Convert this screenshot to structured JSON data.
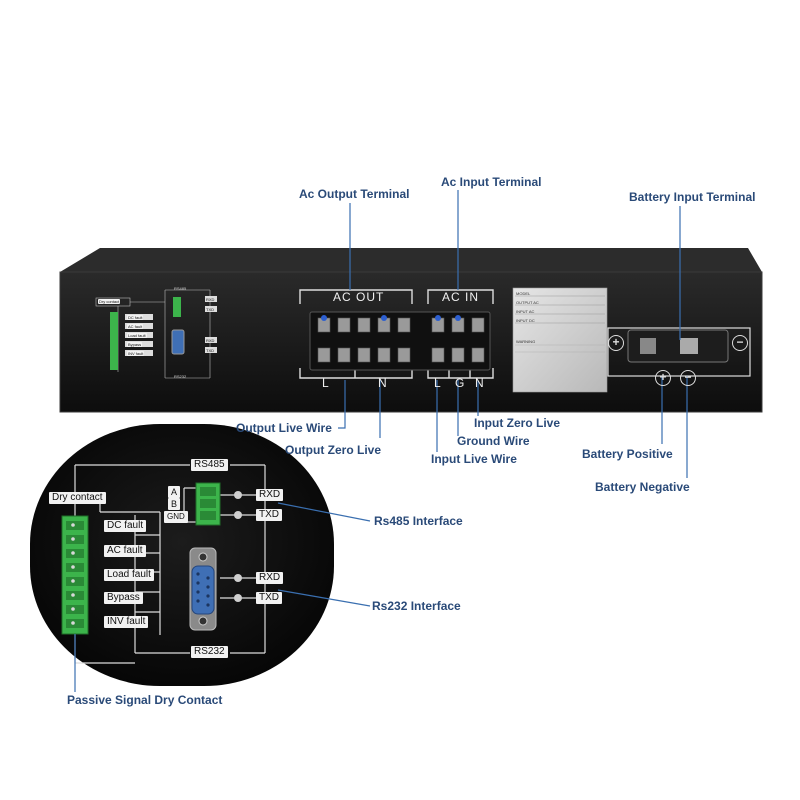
{
  "callouts": {
    "ac_output_terminal": "Ac Output Terminal",
    "ac_input_terminal": "Ac Input Terminal",
    "battery_input_terminal": "Battery Input Terminal",
    "output_live_wire": "Output Live Wire",
    "output_zero_live": "Output Zero Live",
    "input_zero_live": "Input Zero Live",
    "ground_wire": "Ground Wire",
    "input_live_wire": "Input Live Wire",
    "battery_positive": "Battery Positive",
    "battery_negative": "Battery Negative",
    "rs485_interface": "Rs485 Interface",
    "rs232_interface": "Rs232 Interface",
    "passive_signal_dry_contact": "Passive Signal Dry Contact"
  },
  "panel": {
    "ac_out": "AC OUT",
    "ac_in": "AC IN",
    "out_l": "L",
    "out_n": "N",
    "in_l": "L",
    "in_g": "G",
    "in_n": "N",
    "bat_plus": "+",
    "bat_minus": "−",
    "bat_pos_symbol": "+",
    "bat_neg_symbol": "−"
  },
  "nameplate": {
    "rows": [
      "MODEL",
      "OUTPUT AC",
      "INPUT AC",
      "INPUT DC"
    ],
    "warning": "WARNING"
  },
  "zoom": {
    "rs485": "RS485",
    "rs232": "RS232",
    "dry_contact": "Dry contact",
    "faults": [
      "DC fault",
      "AC fault",
      "Load fault",
      "Bypass",
      "INV fault"
    ],
    "pins": [
      "A",
      "B",
      "GND"
    ],
    "rxd": "RXD",
    "txd": "TXD"
  },
  "colors": {
    "callout_text": "#2a4a78",
    "chassis": "#1a1a1a",
    "terminal_green": "#3cb44b",
    "db9_blue": "#3f6fb5"
  }
}
